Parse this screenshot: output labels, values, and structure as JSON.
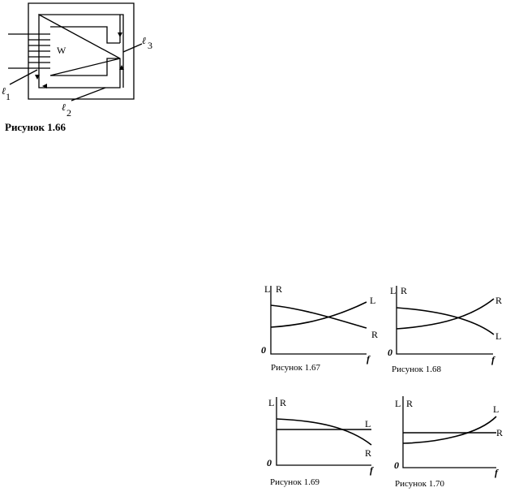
{
  "fig166": {
    "caption": "Рисунок 1.66",
    "winding_label": "W",
    "l1_label": "ℓ",
    "l1_sub": "1",
    "l2_label": "ℓ",
    "l2_sub": "2",
    "l3_label": "ℓ",
    "l3_sub": "3"
  },
  "charts": [
    {
      "caption": "Рисунок 1.67",
      "axis_y": "L",
      "axis_y2": "R",
      "origin": "0",
      "axis_x": "f",
      "curve1": "L",
      "curve2": "R"
    },
    {
      "caption": "Рисунок 1.68",
      "axis_y": "L",
      "axis_y2": "R",
      "origin": "0",
      "axis_x": "f",
      "curve1": "R",
      "curve2": "L"
    },
    {
      "caption": "Рисунок 1.69",
      "axis_y": "L",
      "axis_y2": "R",
      "origin": "0",
      "axis_x": "f",
      "curve1": "L",
      "curve2": "R"
    },
    {
      "caption": "Рисунок 1.70",
      "axis_y": "L",
      "axis_y2": "R",
      "origin": "0",
      "axis_x": "f",
      "curve1": "L",
      "curve2": "R"
    }
  ]
}
